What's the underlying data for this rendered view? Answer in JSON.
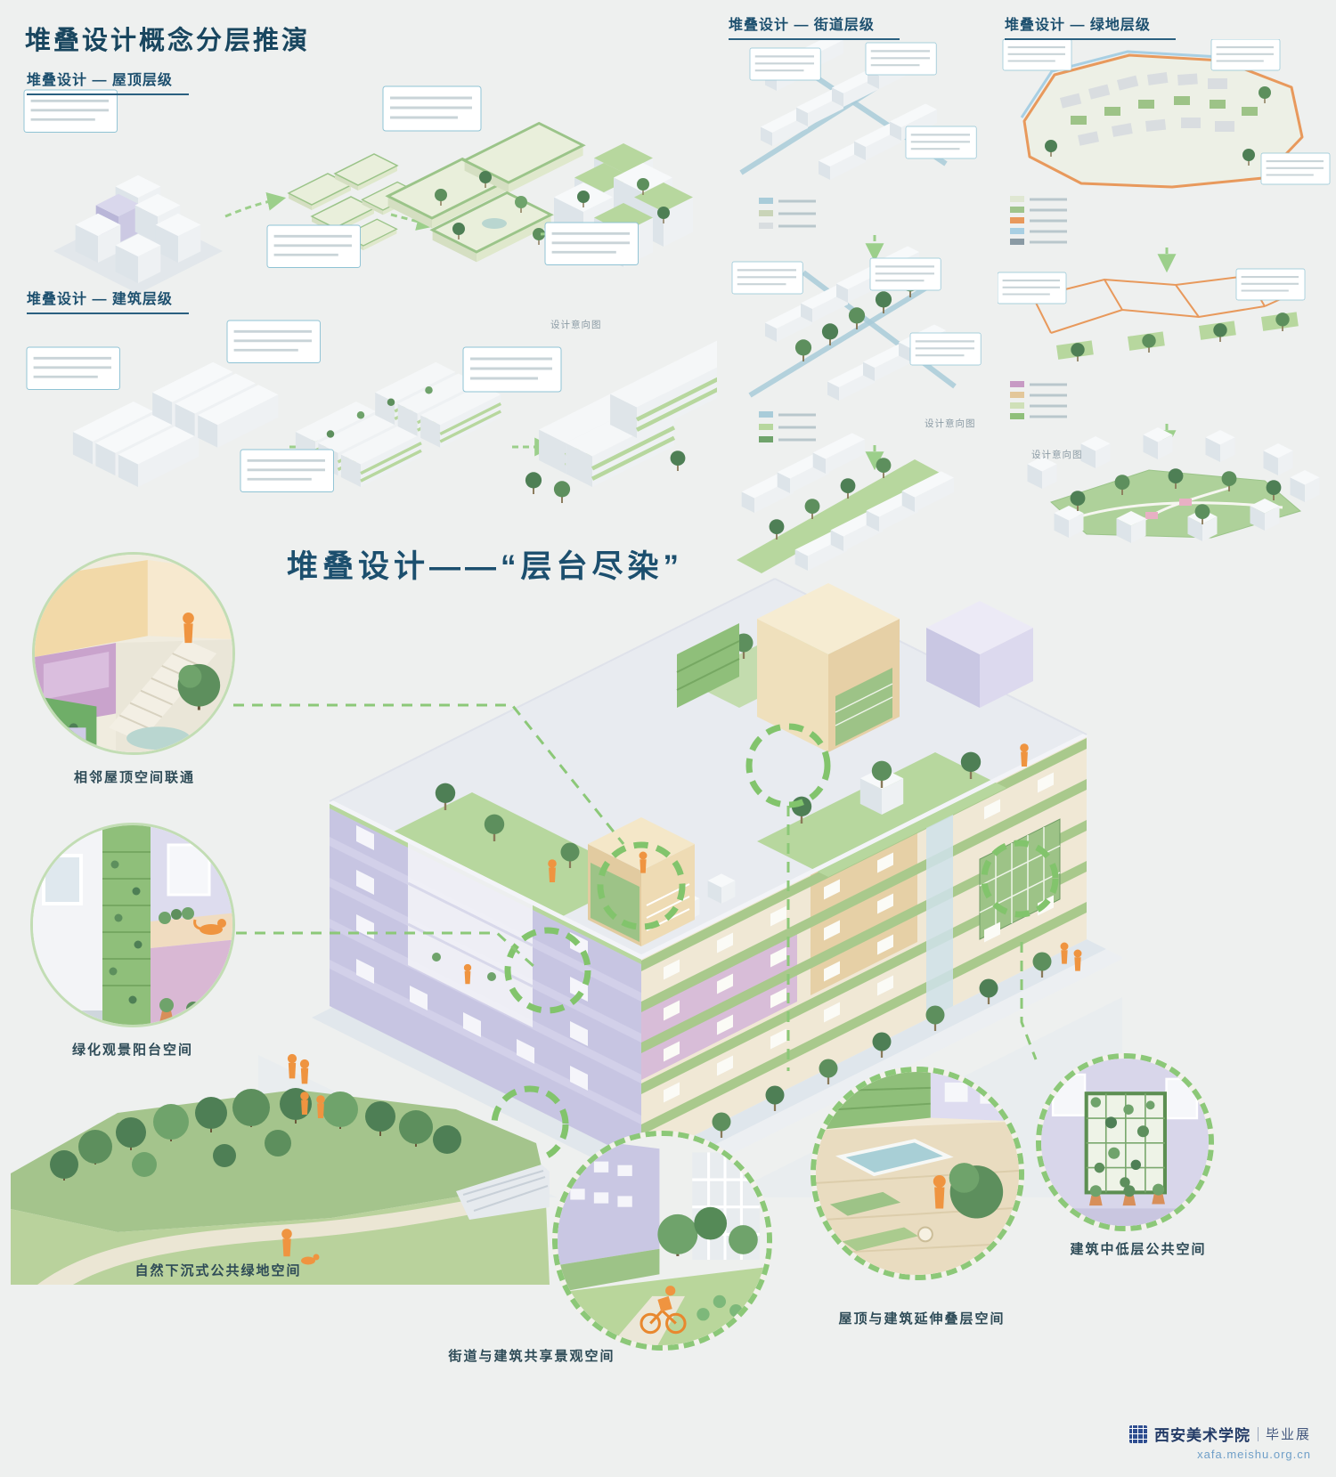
{
  "meta": {
    "kind": "architecture-concept-presentation-board"
  },
  "palette": {
    "background": "#eef0ef",
    "title_blue": "#1c4f6e",
    "accent_green": "#9ccf8b",
    "ring_green": "#8cc878",
    "annotation_border": "#8fc3d4",
    "boundary_orange": "#e8995c",
    "figure_orange": "#ef9440",
    "building_lavender": "#c7c5e2",
    "vegetation_green": "#a9c98c"
  },
  "titles": {
    "main": "堆叠设计概念分层推演",
    "hero": "堆叠设计——“层台尽染”"
  },
  "sections": {
    "roof": {
      "label": "堆叠设计 — 屋顶层级"
    },
    "building": {
      "label": "堆叠设计 — 建筑层级"
    },
    "street": {
      "label": "堆叠设计 — 街道层级"
    },
    "green": {
      "label": "堆叠设计 — 绿地层级"
    }
  },
  "captions": {
    "intent": "设计意向图"
  },
  "callouts": [
    {
      "label": "相邻屋顶空间联通"
    },
    {
      "label": "绿化观景阳台空间"
    },
    {
      "label": "自然下沉式公共绿地空间"
    },
    {
      "label": "街道与建筑共享景观空间"
    },
    {
      "label": "屋顶与建筑延伸叠层空间"
    },
    {
      "label": "建筑中低层公共空间"
    }
  ],
  "watermark": {
    "school": "西安美术学院",
    "exhibition": "毕业展",
    "url": "xafa.meishu.org.cn"
  }
}
